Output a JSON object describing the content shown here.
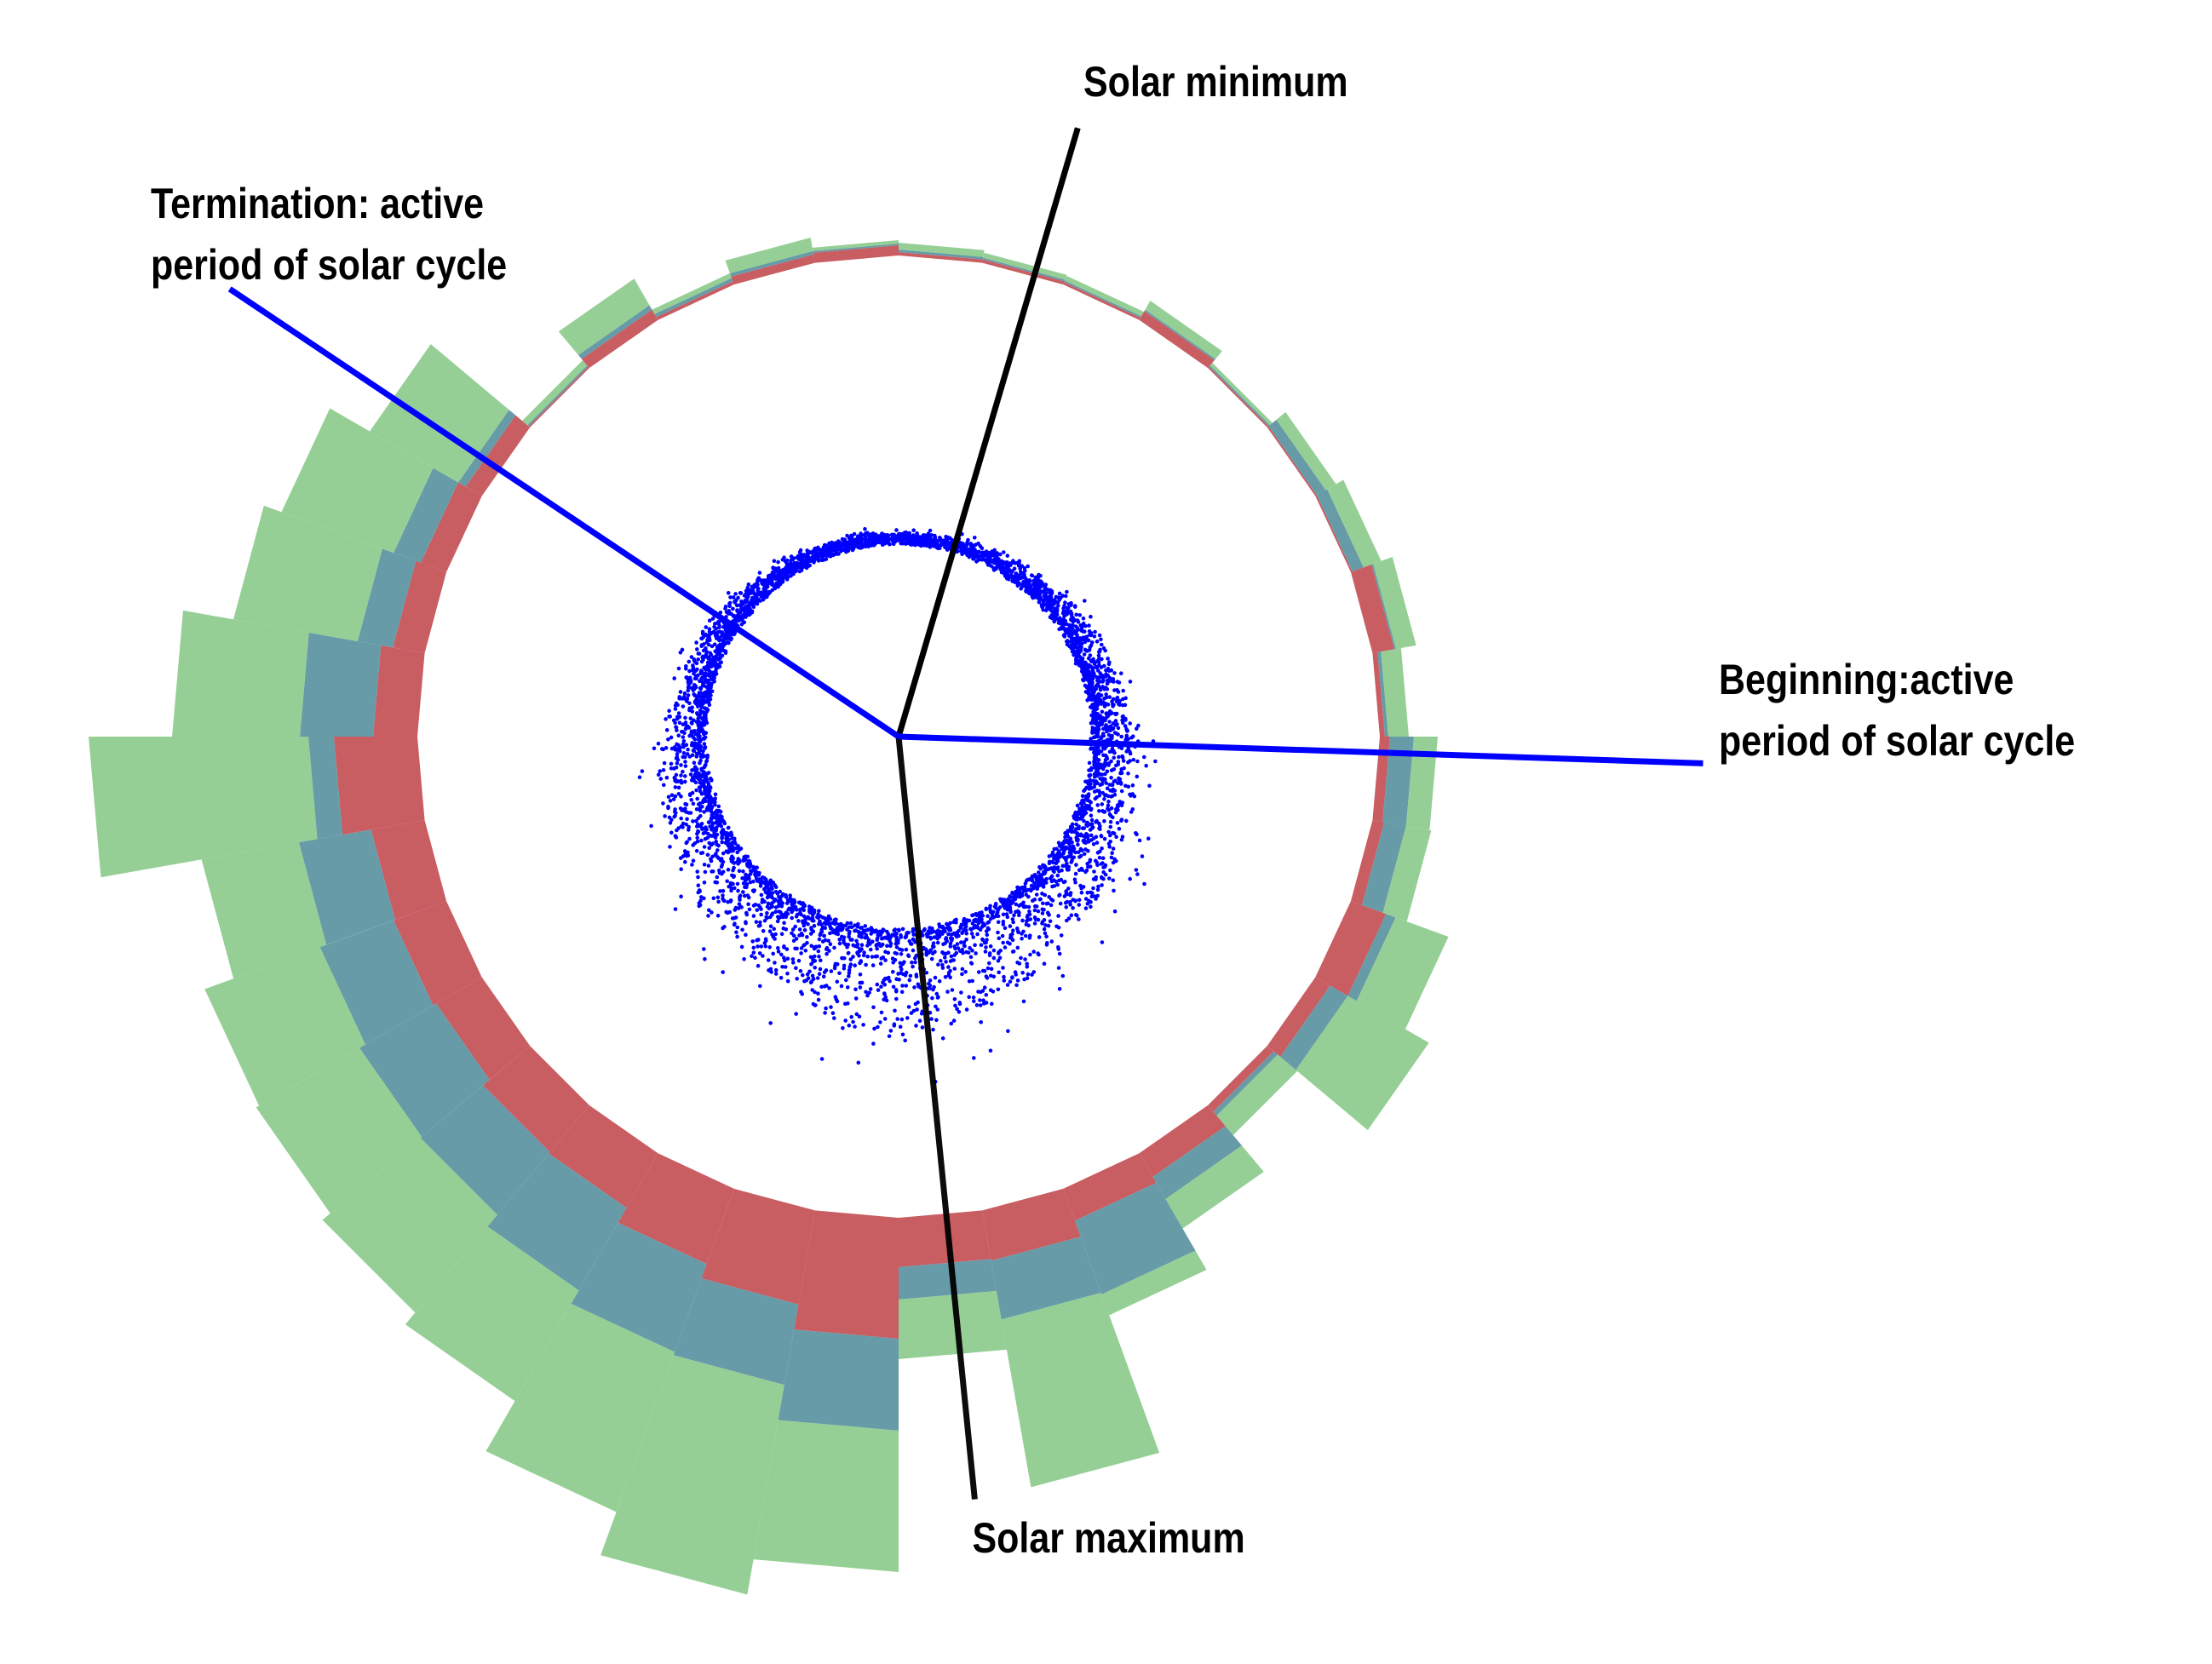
{
  "chart_data": {
    "type": "radial-stacked-bar",
    "title": "",
    "description": "Polar (circular) stacked histogram of solar activity over the solar cycle phase, with an inner scatter ring of data points and annotated phase lines.",
    "center": [
      1055,
      865
    ],
    "inner_radius": 565,
    "sector_width_deg": 10,
    "angle_origin": "top, clockwise",
    "series": [
      {
        "name": "red",
        "color": "#c85d62"
      },
      {
        "name": "teal",
        "color": "#679ba8"
      },
      {
        "name": "green",
        "color": "#95cf95"
      }
    ],
    "sectors": [
      {
        "start": 0,
        "red": 4,
        "teal": 3,
        "green": 8
      },
      {
        "start": 10,
        "red": 4,
        "teal": 2,
        "green": 6
      },
      {
        "start": 20,
        "red": 3,
        "teal": 2,
        "green": 6
      },
      {
        "start": 30,
        "red": 12,
        "teal": 2,
        "green": 12
      },
      {
        "start": 40,
        "red": 2,
        "teal": 2,
        "green": 4
      },
      {
        "start": 50,
        "red": 2,
        "teal": 12,
        "green": 14
      },
      {
        "start": 60,
        "red": 2,
        "teal": 14,
        "green": 22
      },
      {
        "start": 70,
        "red": 26,
        "teal": 2,
        "green": 24
      },
      {
        "start": 80,
        "red": 6,
        "teal": 4,
        "green": 24
      },
      {
        "start": 90,
        "red": 12,
        "teal": 28,
        "green": 28
      },
      {
        "start": 100,
        "red": 14,
        "teal": 26,
        "green": 30
      },
      {
        "start": 110,
        "red": 44,
        "teal": 12,
        "green": 66
      },
      {
        "start": 120,
        "red": 20,
        "teal": 24,
        "green": 110
      },
      {
        "start": 130,
        "red": 10,
        "teal": 6,
        "green": 30
      },
      {
        "start": 140,
        "red": 32,
        "teal": 30,
        "green": 40
      },
      {
        "start": 150,
        "red": 40,
        "teal": 92,
        "green": 26
      },
      {
        "start": 160,
        "red": 60,
        "teal": 70,
        "green": 200
      },
      {
        "start": 170,
        "red": 58,
        "teal": 38,
        "green": 70
      },
      {
        "start": 180,
        "red": 142,
        "teal": 108,
        "green": 166
      },
      {
        "start": 190,
        "red": 112,
        "teal": 96,
        "green": 250
      },
      {
        "start": 200,
        "red": 94,
        "teal": 110,
        "green": 200
      },
      {
        "start": 210,
        "red": 74,
        "teal": 112,
        "green": 150
      },
      {
        "start": 220,
        "red": 72,
        "teal": 96,
        "green": 150
      },
      {
        "start": 230,
        "red": 62,
        "teal": 104,
        "green": 140
      },
      {
        "start": 240,
        "red": 66,
        "teal": 92,
        "green": 144
      },
      {
        "start": 250,
        "red": 64,
        "teal": 86,
        "green": 116
      },
      {
        "start": 260,
        "red": 98,
        "teal": 30,
        "green": 258
      },
      {
        "start": 270,
        "red": 52,
        "teal": 86,
        "green": 150
      },
      {
        "start": 280,
        "red": 38,
        "teal": 42,
        "green": 148
      },
      {
        "start": 290,
        "red": 32,
        "teal": 34,
        "green": 140
      },
      {
        "start": 300,
        "red": 22,
        "teal": 10,
        "green": 120
      },
      {
        "start": 310,
        "red": 2,
        "teal": 2,
        "green": 8
      },
      {
        "start": 320,
        "red": 14,
        "teal": 6,
        "green": 36
      },
      {
        "start": 330,
        "red": 4,
        "teal": 4,
        "green": 6
      },
      {
        "start": 340,
        "red": 10,
        "teal": 4,
        "green": 16
      },
      {
        "start": 350,
        "red": 12,
        "teal": 2,
        "green": 4
      }
    ],
    "scatter": {
      "color": "#0000ff",
      "count": 5200,
      "base_radius": 230,
      "spread_min": 8,
      "spread_max": 120,
      "peak_angle_deg": 180,
      "point_radius": 2.3
    },
    "annotations": [
      {
        "id": "solar-minimum",
        "text": [
          "Solar minimum"
        ],
        "angle_deg": 16.4,
        "length": 745,
        "color": "#000000",
        "width": 7
      },
      {
        "id": "solar-maximum",
        "text": [
          "Solar maximum"
        ],
        "angle_deg": 174.3,
        "length": 900,
        "color": "#000000",
        "width": 7
      },
      {
        "id": "beginning",
        "text": [
          "Beginning:active",
          "period of solar cycle"
        ],
        "angle_deg": 91.9,
        "length": 945,
        "color": "#0000ff",
        "width": 7
      },
      {
        "id": "termination",
        "text": [
          "Termination: active",
          "period of solar cycle"
        ],
        "angle_deg": 303.8,
        "length": 945,
        "color": "#0000ff",
        "width": 7
      }
    ]
  },
  "labels": {
    "solar_minimum": "Solar minimum",
    "solar_maximum": "Solar maximum",
    "beginning_line1": "Beginning:active",
    "beginning_line2": "period of solar cycle",
    "termination_line1": "Termination: active",
    "termination_line2": "period of solar cycle"
  }
}
